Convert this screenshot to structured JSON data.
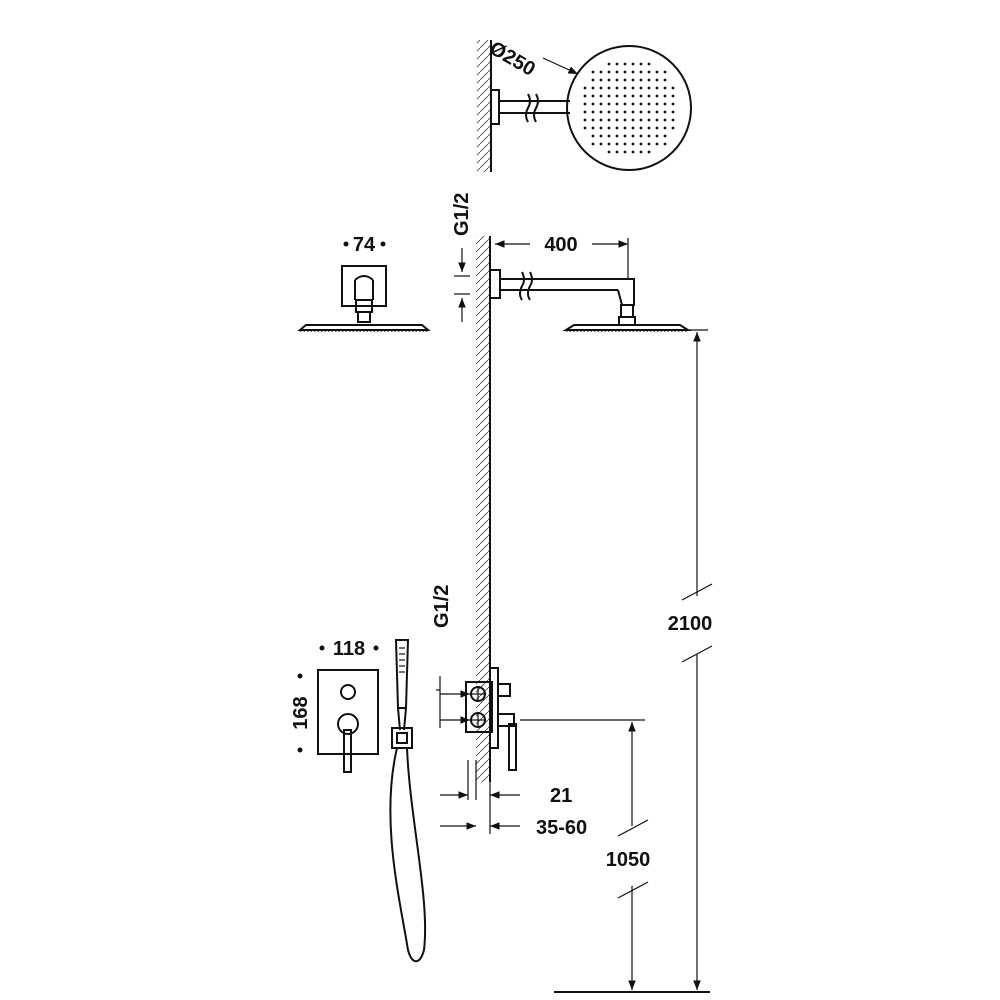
{
  "dimensions": {
    "head_diameter": "Ø250",
    "arm_thread": "G1/2",
    "arm_length": "400",
    "arm_flange_width": "74",
    "shower_height": "2100",
    "valve_thread": "G1/2",
    "plate_width": "118",
    "plate_height": "168",
    "valve_depth_a": "21",
    "valve_depth_b": "35-60",
    "valve_height": "1050"
  },
  "colors": {
    "line": "#111111",
    "background": "#ffffff",
    "hatch": "#444444"
  }
}
